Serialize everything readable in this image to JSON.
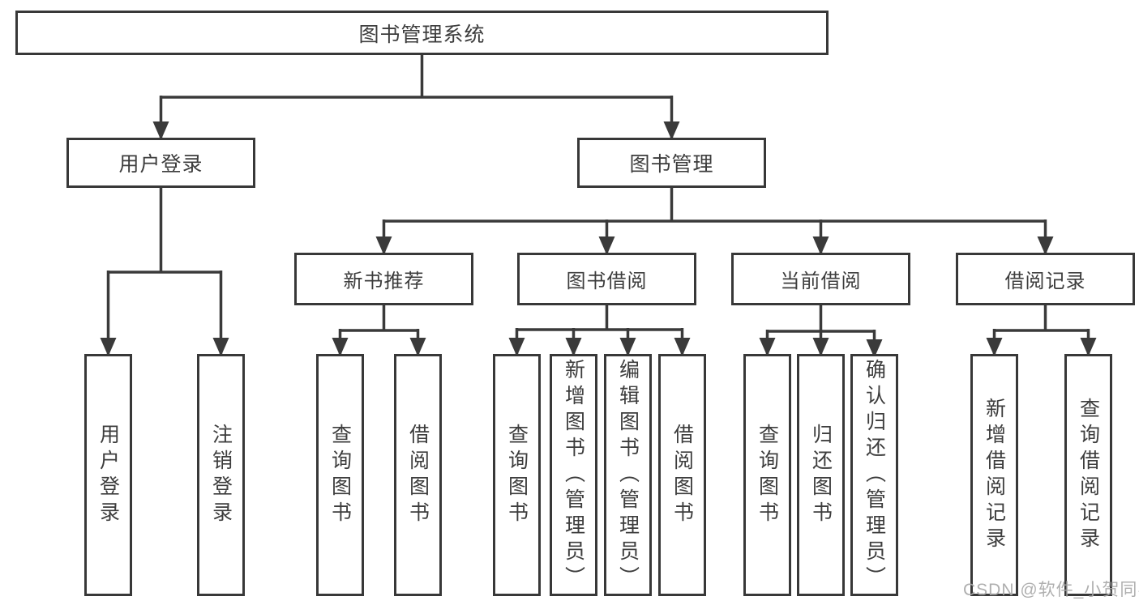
{
  "diagram": {
    "title": "图书管理系统",
    "type": "function-structure-tree",
    "colors": {
      "line": "#3a3a3a",
      "border": "#383838",
      "text": "#3d3d3d",
      "background": "#ffffff",
      "watermark": "#a8a8a8"
    }
  },
  "tree": {
    "label": "图书管理系统",
    "children": [
      {
        "label": "用户登录",
        "children": [
          {
            "label": "用户登录"
          },
          {
            "label": "注销登录"
          }
        ]
      },
      {
        "label": "图书管理",
        "children": [
          {
            "label": "新书推荐",
            "children": [
              {
                "label": "查询图书"
              },
              {
                "label": "借阅图书"
              }
            ]
          },
          {
            "label": "图书借阅",
            "children": [
              {
                "label": "查询图书"
              },
              {
                "label": "新增图书（管理员）"
              },
              {
                "label": "编辑图书（管理员）"
              },
              {
                "label": "借阅图书"
              }
            ]
          },
          {
            "label": "当前借阅",
            "children": [
              {
                "label": "查询图书"
              },
              {
                "label": "归还图书"
              },
              {
                "label": "确认归还（管理员）"
              }
            ]
          },
          {
            "label": "借阅记录",
            "children": [
              {
                "label": "新增借阅记录"
              },
              {
                "label": "查询借阅记录"
              }
            ]
          }
        ]
      }
    ]
  },
  "watermark": {
    "text": "CSDN @软件_小贺同学"
  }
}
